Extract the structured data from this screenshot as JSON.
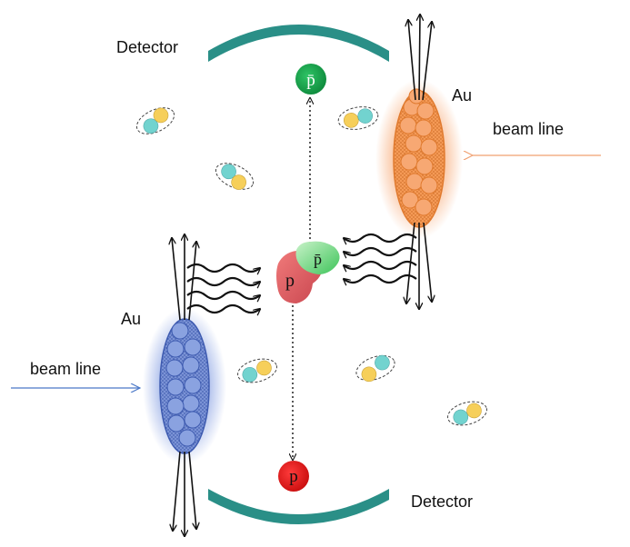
{
  "labels": {
    "detector_top": "Detector",
    "detector_bottom": "Detector",
    "au_right": "Au",
    "au_left": "Au",
    "beam_line_right": "beam line",
    "beam_line_left": "beam line"
  },
  "particles": {
    "pbar_symbol": "p̄",
    "p_symbol": "p"
  },
  "colors": {
    "detector": "#2a8f87",
    "au_right": "#f08a3c",
    "au_left": "#4f70c4",
    "antiproton": "#1aa34a",
    "proton": "#e51b1b",
    "cyan_nucleon": "#72d3cf",
    "yellow_nucleon": "#f6cf5a",
    "beam_line_right": "#f0a070",
    "beam_line_left": "#4a78c8"
  },
  "icons": {
    "deuteron": "deuteron-icon",
    "photon": "wavy-photon-icon"
  }
}
